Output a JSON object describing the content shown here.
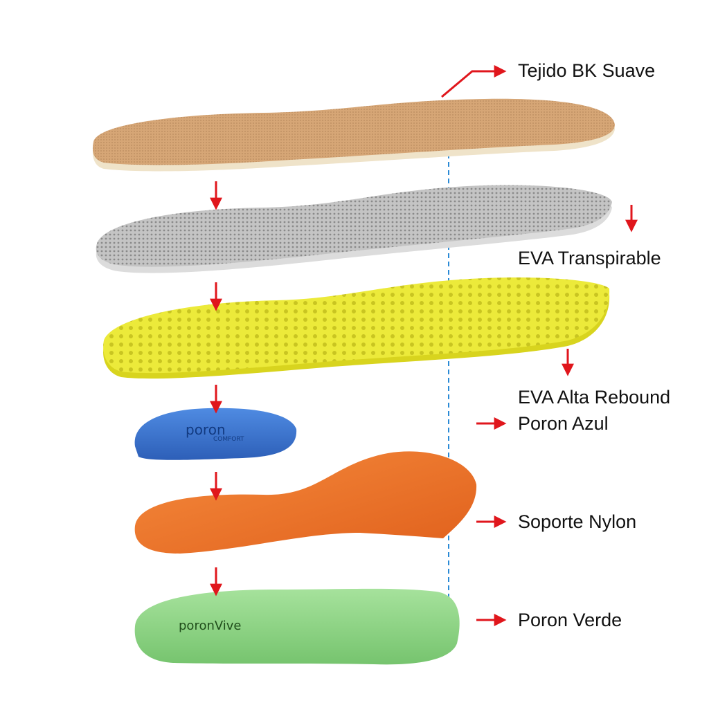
{
  "layers": [
    {
      "name": "Tejido BK Suave",
      "color": "#d8a878"
    },
    {
      "name": "EVA Transpirable",
      "color": "#bdbdbd"
    },
    {
      "name": "EVA Alta Rebound",
      "color": "#ecea3a"
    },
    {
      "name": "Poron Azul",
      "color": "#3f7ad6"
    },
    {
      "name": "Soporte Nylon",
      "color": "#f07a2e"
    },
    {
      "name": "Poron Verde",
      "color": "#8fd88a"
    }
  ],
  "logos": {
    "poron_comfort_main": "poron",
    "poron_comfort_sub": "COMFORT",
    "poron_vive": "poronVive"
  },
  "colors": {
    "arrow": "#e0161c",
    "guide_line": "#2a8ad6"
  }
}
